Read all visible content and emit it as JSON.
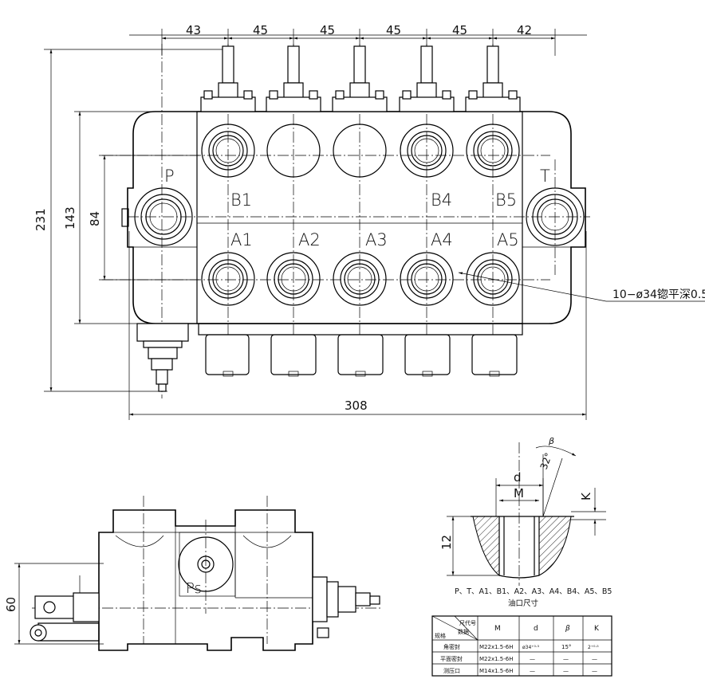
{
  "top_view": {
    "dimensions": {
      "spacing": [
        "43",
        "45",
        "45",
        "45",
        "45",
        "42"
      ],
      "overall_height": "231",
      "body_height": "143",
      "port_pitch": "84",
      "overall_width": "308"
    },
    "port_labels": {
      "p": "P",
      "t": "T",
      "b_row": [
        "B1",
        "",
        "",
        "B4",
        "B5"
      ],
      "a_row": [
        "A1",
        "A2",
        "A3",
        "A4",
        "A5"
      ]
    },
    "callout": "10−ø34锪平深0.5"
  },
  "side_view": {
    "height_dim": "60",
    "ps_label": "Ps"
  },
  "port_detail": {
    "labels": {
      "d": "d",
      "M": "M",
      "K": "K",
      "depth": "12",
      "angle": "32°",
      "beta": "β"
    },
    "caption_ports": "P、T、A1、B1、A2、A3、A4、B4、A5、B5",
    "caption_title": "油口尺寸"
  },
  "port_table": {
    "corner_top": "尺代号",
    "corner_bottom": "规格",
    "corner_mid": "数据",
    "headers": [
      "M",
      "d",
      "β",
      "K"
    ],
    "rows": [
      {
        "name": "角密封",
        "values": [
          "M22x1.5-6H",
          "ø34⁺⁰·⁵",
          "15°",
          "2⁺⁰·⁵"
        ]
      },
      {
        "name": "平面密封",
        "values": [
          "M22x1.5-6H",
          "—",
          "—",
          "—"
        ]
      },
      {
        "name": "测压口",
        "values": [
          "M14x1.5-6H",
          "—",
          "—",
          "—"
        ]
      }
    ]
  }
}
